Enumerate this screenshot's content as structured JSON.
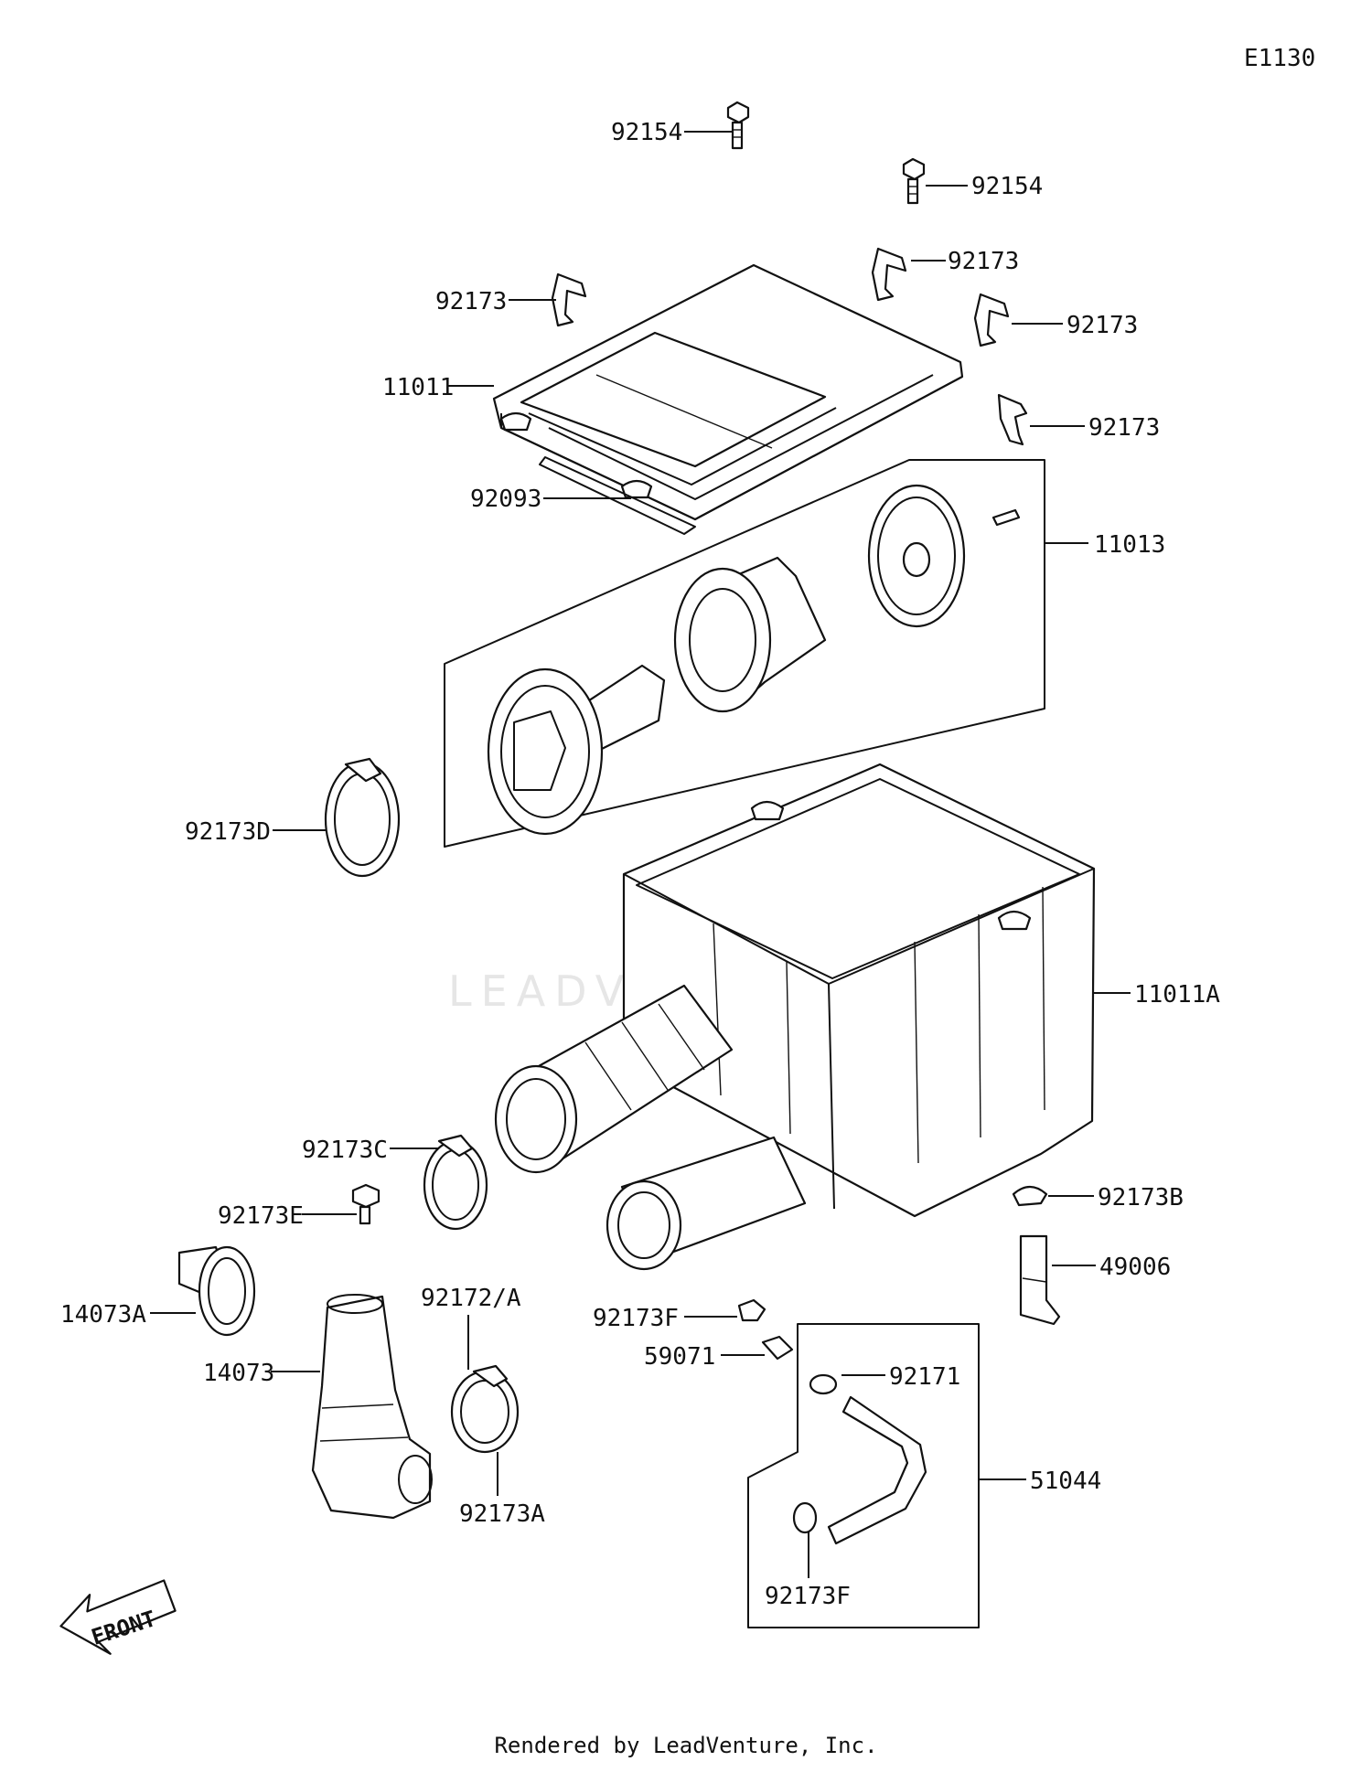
{
  "diagram_code": "E1130",
  "watermark": "LEADVENTURE",
  "footer": "Rendered by LeadVenture, Inc.",
  "front_label": "FRONT",
  "labels": {
    "p92154_top": "92154",
    "p92154_right": "92154",
    "p92173_a": "92173",
    "p92173_b": "92173",
    "p92173_c": "92173",
    "p92173_d": "92173",
    "p11011": "11011",
    "p92093": "92093",
    "p11013": "11013",
    "p92173D": "92173D",
    "p11011A": "11011A",
    "p92173C": "92173C",
    "p92173E": "92173E",
    "p92173B": "92173B",
    "p49006": "49006",
    "p14073A": "14073A",
    "p92172A": "92172/A",
    "p92173F_top": "92173F",
    "p59071": "59071",
    "p14073": "14073",
    "p92171": "92171",
    "p51044": "51044",
    "p92173A": "92173A",
    "p92173F_bottom": "92173F"
  }
}
